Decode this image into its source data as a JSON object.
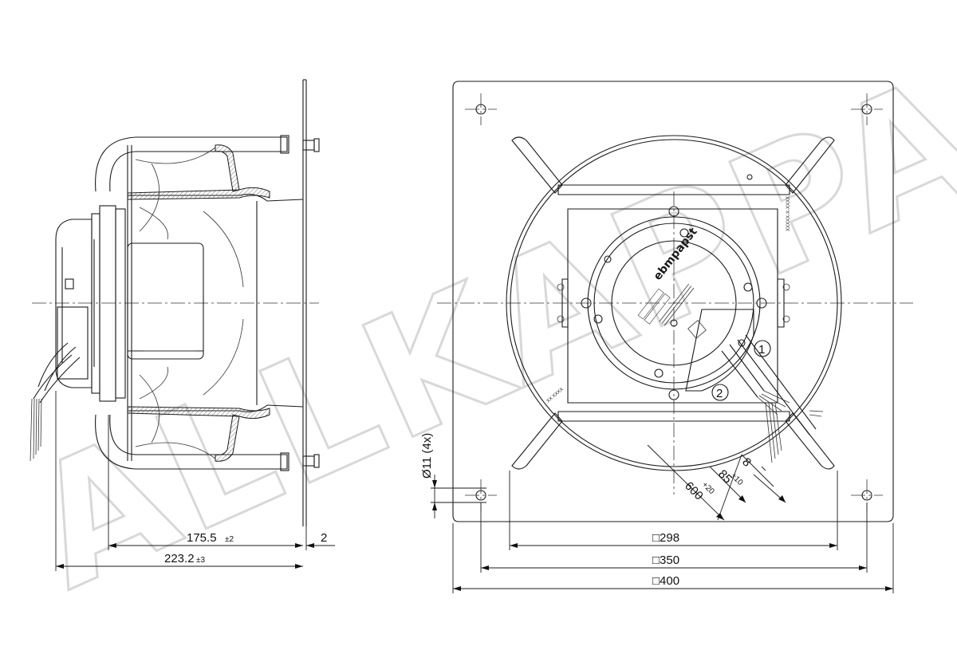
{
  "watermark": "ALLKAPPA",
  "side_view": {
    "dimensions": {
      "depth_impeller": "175.5",
      "depth_impeller_tol": "±2",
      "depth_total": "223.2",
      "depth_total_tol": "±3",
      "plate_thickness": "2"
    }
  },
  "front_view": {
    "brand_label": "ebmpapst",
    "callouts": [
      "1",
      "2"
    ],
    "dimensions": {
      "hole_diameter": "Ø11 (4x)",
      "cable_length": "600",
      "cable_length_tol": "+20",
      "strip_length": "85",
      "strip_length_tol": "±10",
      "wire_end": "8",
      "hole_spacing_inner": "□298",
      "hole_spacing_outer": "□350",
      "plate_size": "□400"
    },
    "small_labels": [
      "XX XXXX",
      "XXXXX-X-XXXX"
    ]
  }
}
